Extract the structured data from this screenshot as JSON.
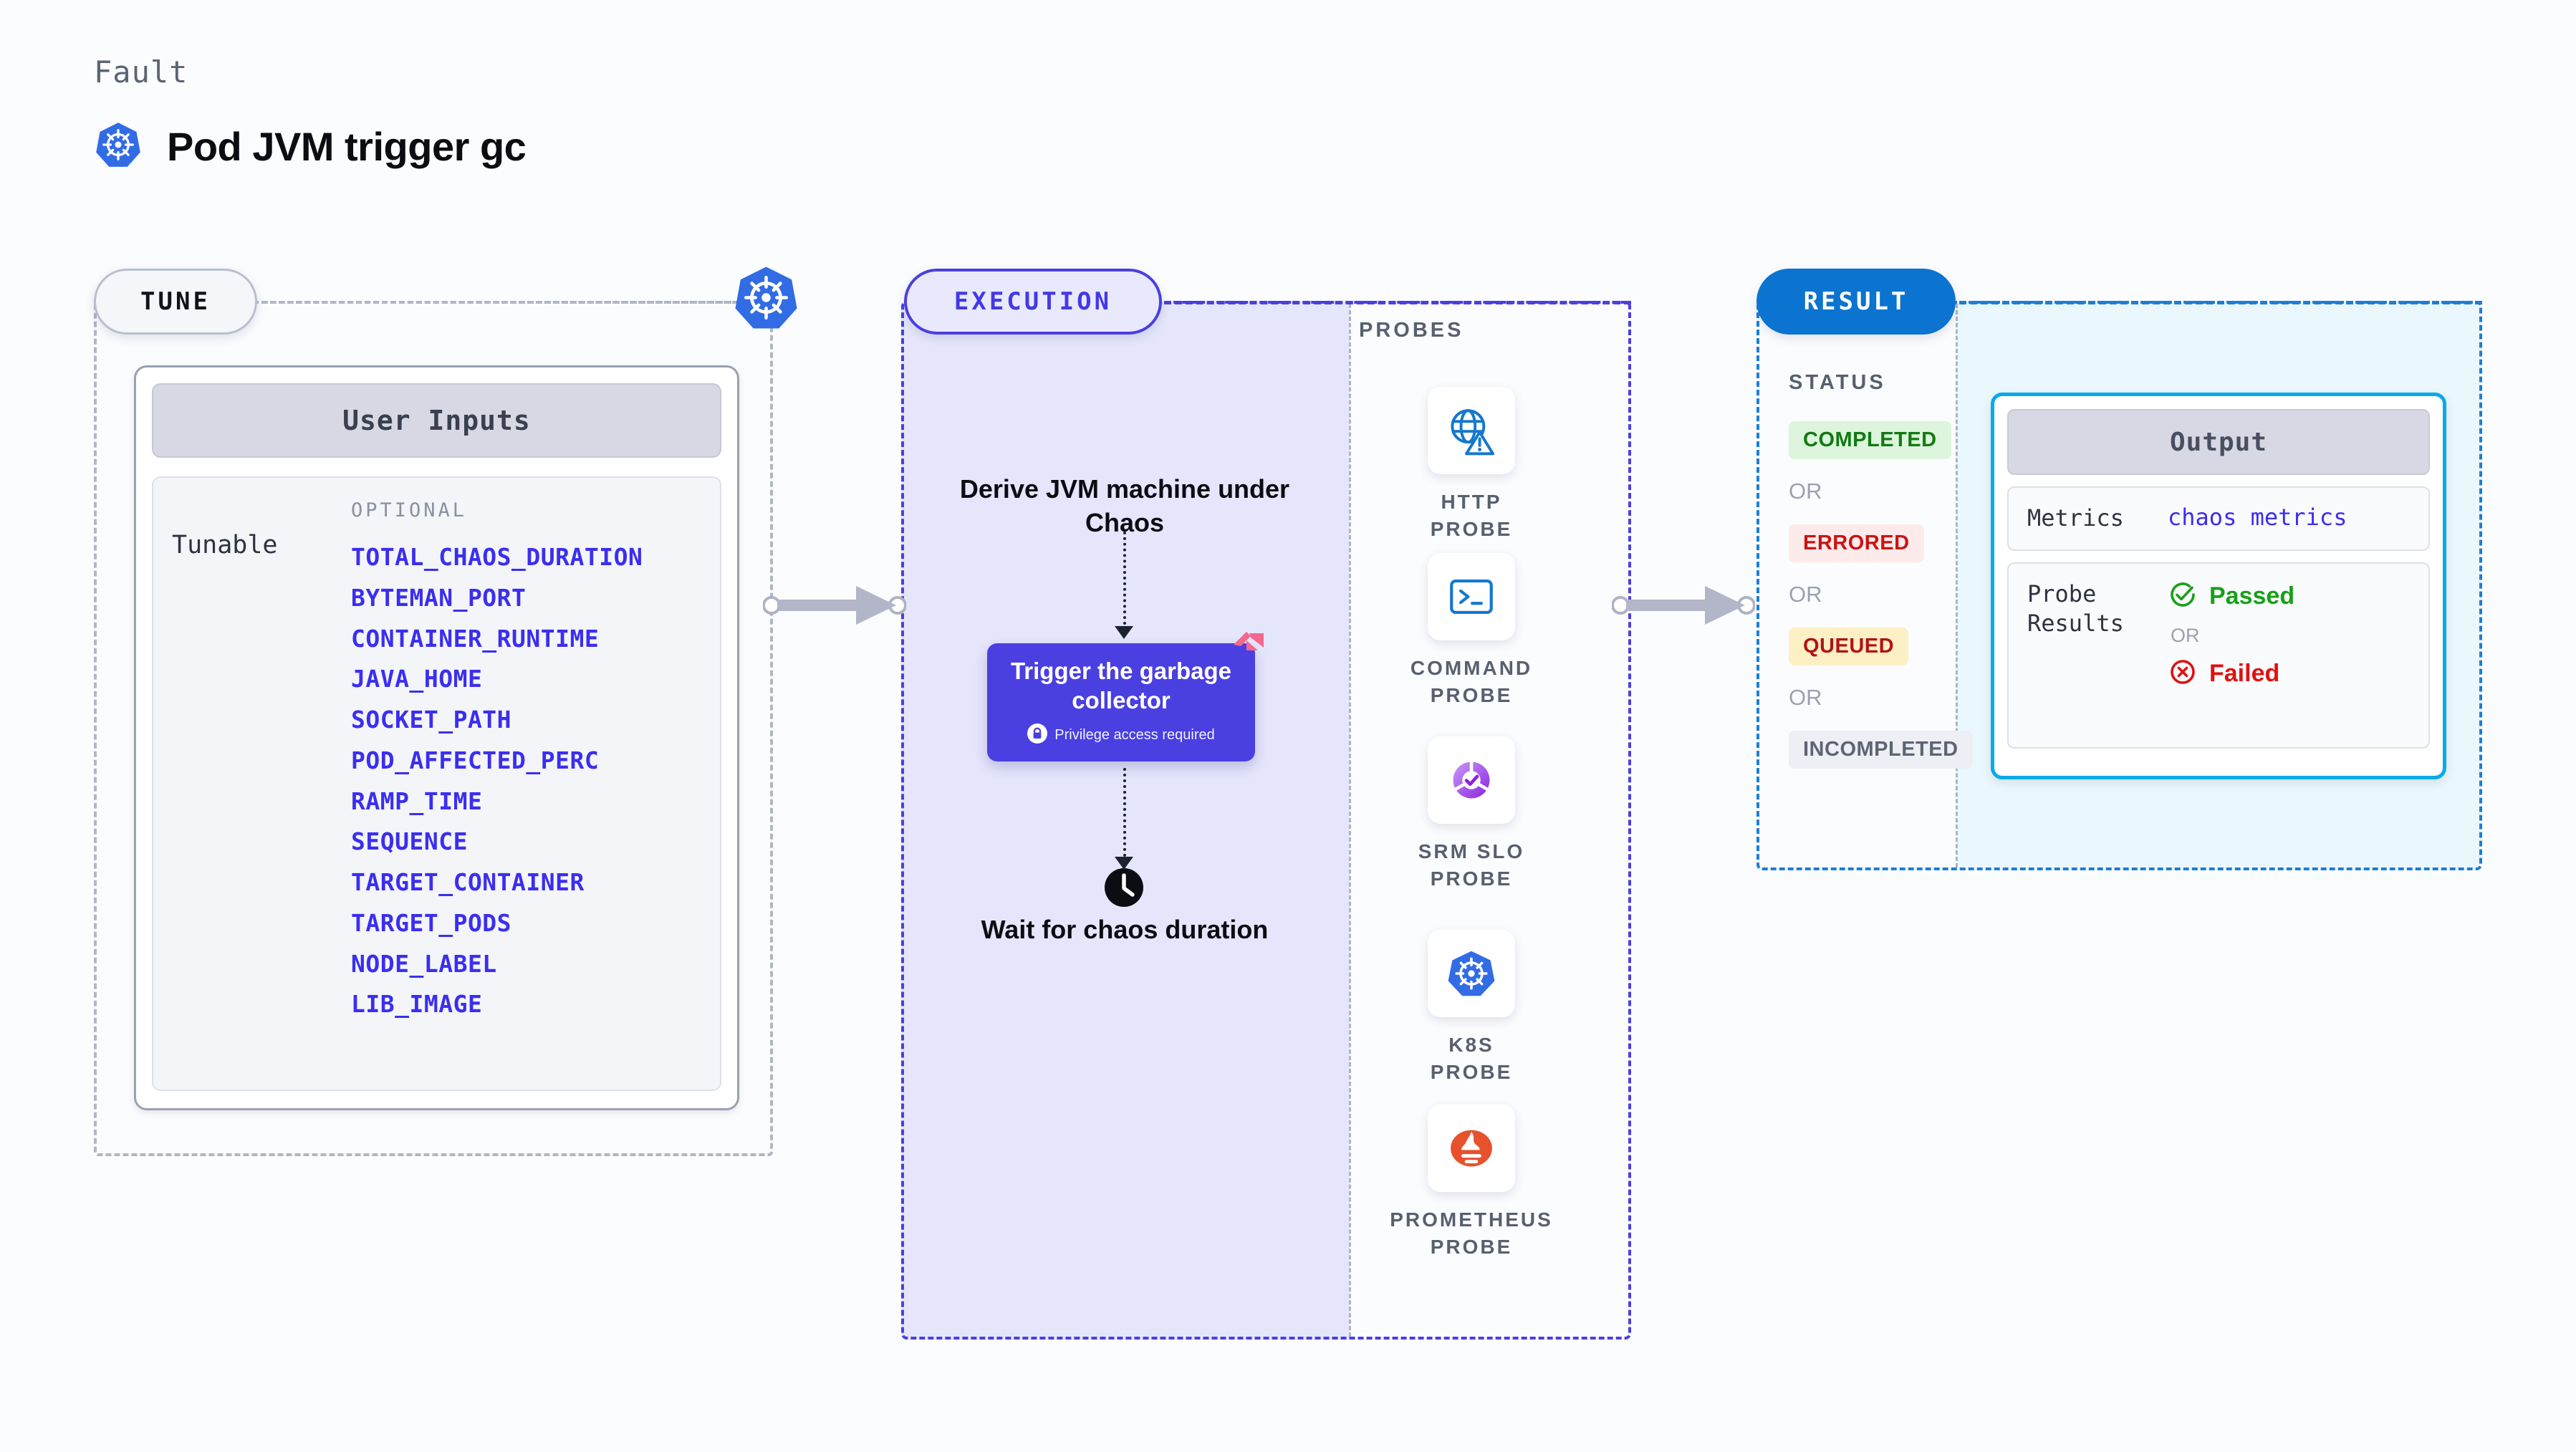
{
  "header": {
    "eyebrow": "Fault",
    "title": "Pod JVM trigger gc",
    "icon": "kubernetes-icon"
  },
  "tune": {
    "badge": "TUNE",
    "line_icon": "kubernetes-icon",
    "user_inputs": {
      "heading": "User Inputs",
      "row_label": "Tunable",
      "group_label": "OPTIONAL",
      "params": [
        "TOTAL_CHAOS_DURATION",
        "BYTEMAN_PORT",
        "CONTAINER_RUNTIME",
        "JAVA_HOME",
        "SOCKET_PATH",
        "POD_AFFECTED_PERC",
        "RAMP_TIME",
        "SEQUENCE",
        "TARGET_CONTAINER",
        "TARGET_PODS",
        "NODE_LABEL",
        "LIB_IMAGE"
      ]
    }
  },
  "execution": {
    "badge": "EXECUTION",
    "step_derive": "Derive JVM machine under Chaos",
    "task": {
      "title": "Trigger the garbage collector",
      "privilege_note": "Privilege access required",
      "lock_icon": "lock-icon",
      "ribbon_icon": "new-ribbon-icon"
    },
    "step_wait": "Wait for chaos duration",
    "clock_icon": "clock-icon"
  },
  "probes": {
    "title": "PROBES",
    "items": [
      {
        "label": "HTTP PROBE",
        "icon": "globe-warning-icon"
      },
      {
        "label": "COMMAND PROBE",
        "icon": "terminal-icon"
      },
      {
        "label": "SRM SLO PROBE",
        "icon": "slo-donut-check-icon"
      },
      {
        "label": "K8S PROBE",
        "icon": "kubernetes-icon"
      },
      {
        "label": "PROMETHEUS PROBE",
        "icon": "prometheus-icon"
      }
    ]
  },
  "result": {
    "badge": "RESULT",
    "status_title": "STATUS",
    "or_label": "OR",
    "statuses": [
      {
        "label": "COMPLETED",
        "fg": "#127a12",
        "bg": "#ddf5dd"
      },
      {
        "label": "ERRORED",
        "fg": "#c81414",
        "bg": "#fdeaea"
      },
      {
        "label": "QUEUED",
        "fg": "#b31313",
        "bg": "#fdf0c4"
      },
      {
        "label": "INCOMPLETED",
        "fg": "#5d6574",
        "bg": "#edeff4"
      }
    ],
    "output": {
      "heading": "Output",
      "metrics_key": "Metrics",
      "metrics_value": "chaos metrics",
      "probe_key": "Probe Results",
      "passed_label": "Passed",
      "failed_label": "Failed",
      "or_label": "OR",
      "passed_icon": "check-circle-icon",
      "failed_icon": "x-circle-icon"
    }
  },
  "colors": {
    "indigo": "#4a3fe0",
    "param_blue": "#3b2ef0",
    "result_blue": "#0b73d0",
    "output_cyan": "#09aaea",
    "k8s_blue": "#326ce5",
    "probe_blue": "#1478cd",
    "prometheus_orange": "#e6522c",
    "ribbon_pink": "#f2688f"
  }
}
